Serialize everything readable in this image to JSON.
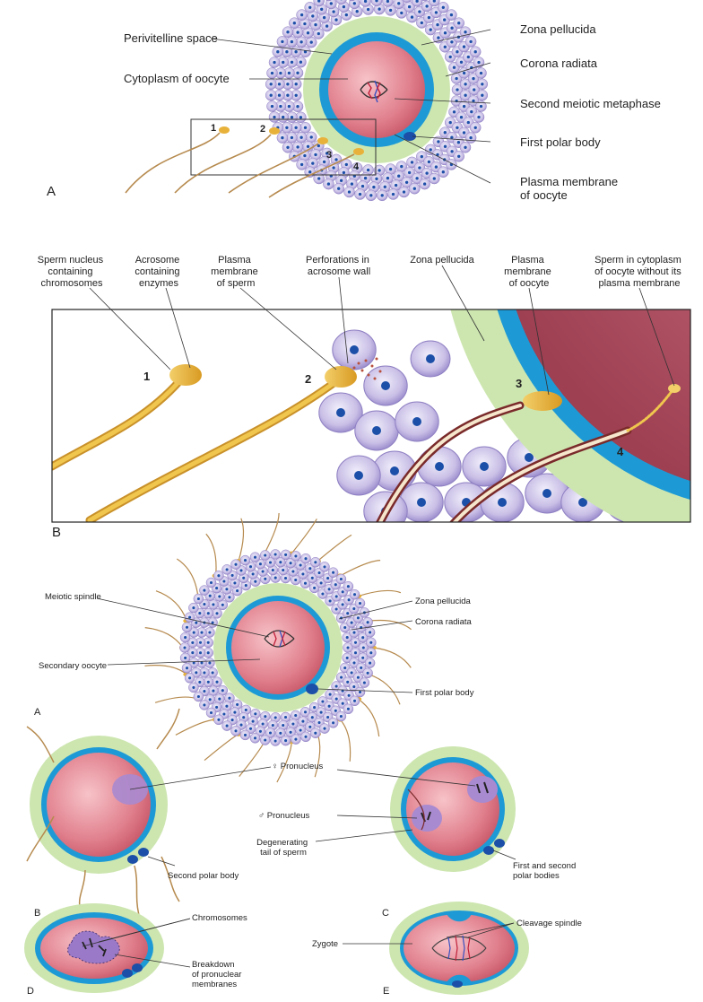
{
  "figure_top": {
    "panel_a": "A",
    "labels": {
      "perivitelline_space": "Perivitelline space",
      "cytoplasm_of_oocyte": "Cytoplasm of oocyte",
      "zona_pellucida": "Zona pellucida",
      "corona_radiata": "Corona radiata",
      "second_meiotic_metaphase": "Second meiotic metaphase",
      "first_polar_body": "First polar body",
      "plasma_membrane_1": "Plasma membrane",
      "plasma_membrane_2": "of oocyte"
    },
    "sperm_numbers": [
      "1",
      "2",
      "3",
      "4"
    ]
  },
  "figure_zoom": {
    "panel_b": "B",
    "headers": {
      "sperm_nucleus": [
        "Sperm nucleus",
        "containing",
        "chromosomes"
      ],
      "acrosome": [
        "Acrosome",
        "containing",
        "enzymes"
      ],
      "plasma_membrane_sperm": [
        "Plasma",
        "membrane",
        "of sperm"
      ],
      "perforations": [
        "Perforations in",
        "acrosome wall"
      ],
      "zona_pellucida": [
        "Zona pellucida"
      ],
      "plasma_membrane_oocyte": [
        "Plasma",
        "membrane",
        "of oocyte"
      ],
      "sperm_in_cytoplasm": [
        "Sperm in cytoplasm",
        "of oocyte without its",
        "plasma membrane"
      ]
    },
    "sperm_numbers": [
      "1",
      "2",
      "3",
      "4"
    ]
  },
  "figure_bottom": {
    "panel_a": "A",
    "labels": {
      "meiotic_spindle": "Meiotic spindle",
      "zona_pellucida": "Zona pellucida",
      "corona_radiata": "Corona radiata",
      "secondary_oocyte": "Secondary oocyte",
      "first_polar_body": "First polar body"
    }
  },
  "stages": {
    "b": {
      "panel": "B",
      "female_pronucleus": "♀ Pronucleus",
      "second_polar_body": "Second polar body"
    },
    "c": {
      "panel": "C",
      "male_pronucleus": "♂ Pronucleus",
      "degenerating_tail": [
        "Degenerating",
        "tail of sperm"
      ],
      "first_second_polar": [
        "First and second",
        "polar bodies"
      ]
    },
    "d": {
      "panel": "D",
      "chromosomes": "Chromosomes",
      "breakdown": [
        "Breakdown",
        "of pronuclear",
        "membranes"
      ]
    },
    "e": {
      "panel": "E",
      "cleavage_spindle": "Cleavage spindle",
      "zygote": "Zygote"
    }
  },
  "colors": {
    "cytoplasm": "#e07e8c",
    "zona": "#cde6b0",
    "perivitelline": "#1d9ad6",
    "corona_cell": "#c9bfe6",
    "nucleus": "#1c4fa8",
    "sperm": "#e8b23a"
  }
}
